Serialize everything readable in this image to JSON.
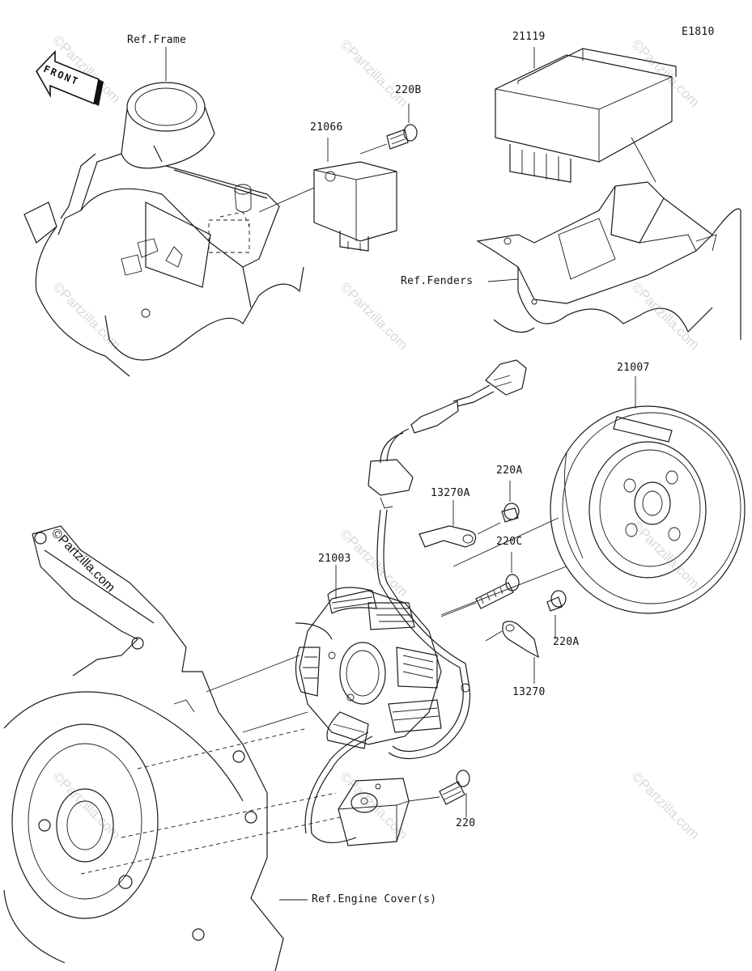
{
  "diagram_code": "E1810",
  "front_arrow_text": "FRONT",
  "references": {
    "frame": "Ref.Frame",
    "fenders": "Ref.Fenders",
    "engine_cover": "Ref.Engine Cover(s)"
  },
  "parts": [
    {
      "key": "21119",
      "label": "21119"
    },
    {
      "key": "220B",
      "label": "220B"
    },
    {
      "key": "21066",
      "label": "21066"
    },
    {
      "key": "21007",
      "label": "21007"
    },
    {
      "key": "220A_top",
      "label": "220A"
    },
    {
      "key": "13270A",
      "label": "13270A"
    },
    {
      "key": "220C",
      "label": "220C"
    },
    {
      "key": "21003",
      "label": "21003"
    },
    {
      "key": "220A_right",
      "label": "220A"
    },
    {
      "key": "13270",
      "label": "13270"
    },
    {
      "key": "220",
      "label": "220"
    }
  ],
  "watermark_text": "©Partzilla.com"
}
